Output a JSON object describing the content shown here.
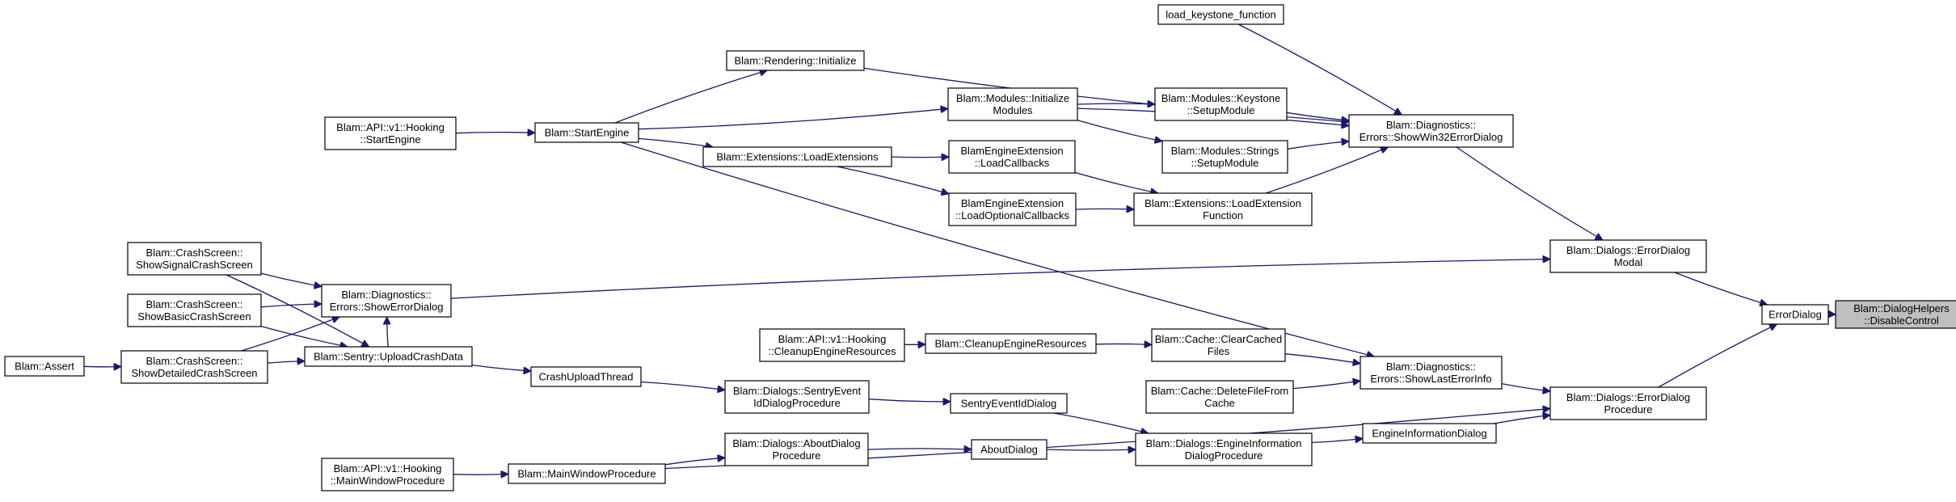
{
  "graph": {
    "nodes": [
      {
        "id": "disable_control",
        "lines": [
          "Blam::DialogHelpers",
          "::DisableControl"
        ],
        "highlight": true
      },
      {
        "id": "error_dialog",
        "lines": [
          "ErrorDialog"
        ]
      },
      {
        "id": "error_dialog_modal",
        "lines": [
          "Blam::Dialogs::ErrorDialog",
          "Modal"
        ]
      },
      {
        "id": "error_dialog_procedure",
        "lines": [
          "Blam::Dialogs::ErrorDialog",
          "Procedure"
        ]
      },
      {
        "id": "show_win32_error_dialog",
        "lines": [
          "Blam::Diagnostics::",
          "Errors::ShowWin32ErrorDialog"
        ]
      },
      {
        "id": "show_error_dialog",
        "lines": [
          "Blam::Diagnostics::",
          "Errors::ShowErrorDialog"
        ]
      },
      {
        "id": "show_last_error_info",
        "lines": [
          "Blam::Diagnostics::",
          "Errors::ShowLastErrorInfo"
        ]
      },
      {
        "id": "engine_information_dialog",
        "lines": [
          "EngineInformationDialog"
        ]
      },
      {
        "id": "main_window_procedure",
        "lines": [
          "Blam::MainWindowProcedure"
        ]
      },
      {
        "id": "load_keystone_function",
        "lines": [
          "load_keystone_function"
        ]
      },
      {
        "id": "rendering_initialize",
        "lines": [
          "Blam::Rendering::Initialize"
        ]
      },
      {
        "id": "modules_initialize",
        "lines": [
          "Blam::Modules::Initialize",
          "Modules"
        ]
      },
      {
        "id": "keystone_setup",
        "lines": [
          "Blam::Modules::Keystone",
          "::SetupModule"
        ]
      },
      {
        "id": "strings_setup",
        "lines": [
          "Blam::Modules::Strings",
          "::SetupModule"
        ]
      },
      {
        "id": "load_extension_function",
        "lines": [
          "Blam::Extensions::LoadExtension",
          "Function"
        ]
      },
      {
        "id": "start_engine",
        "lines": [
          "Blam::StartEngine"
        ]
      },
      {
        "id": "hooking_start_engine",
        "lines": [
          "Blam::API::v1::Hooking",
          "::StartEngine"
        ]
      },
      {
        "id": "load_extensions",
        "lines": [
          "Blam::Extensions::LoadExtensions"
        ]
      },
      {
        "id": "load_callbacks",
        "lines": [
          "BlamEngineExtension",
          "::LoadCallbacks"
        ]
      },
      {
        "id": "load_optional_callbacks",
        "lines": [
          "BlamEngineExtension",
          "::LoadOptionalCallbacks"
        ]
      },
      {
        "id": "show_signal_crash",
        "lines": [
          "Blam::CrashScreen::",
          "ShowSignalCrashScreen"
        ]
      },
      {
        "id": "show_basic_crash",
        "lines": [
          "Blam::CrashScreen::",
          "ShowBasicCrashScreen"
        ]
      },
      {
        "id": "show_detailed_crash",
        "lines": [
          "Blam::CrashScreen::",
          "ShowDetailedCrashScreen"
        ]
      },
      {
        "id": "assert",
        "lines": [
          "Blam::Assert"
        ]
      },
      {
        "id": "upload_crash_data",
        "lines": [
          "Blam::Sentry::UploadCrashData"
        ]
      },
      {
        "id": "crash_upload_thread",
        "lines": [
          "CrashUploadThread"
        ]
      },
      {
        "id": "clear_cached_files",
        "lines": [
          "Blam::Cache::ClearCached",
          "Files"
        ]
      },
      {
        "id": "delete_file_from_cache",
        "lines": [
          "Blam::Cache::DeleteFileFrom",
          "Cache"
        ]
      },
      {
        "id": "cleanup_engine_resources",
        "lines": [
          "Blam::CleanupEngineResources"
        ]
      },
      {
        "id": "hooking_cleanup",
        "lines": [
          "Blam::API::v1::Hooking",
          "::CleanupEngineResources"
        ]
      },
      {
        "id": "sentry_event_id_dialog_procedure",
        "lines": [
          "Blam::Dialogs::SentryEvent",
          "IdDialogProcedure"
        ]
      },
      {
        "id": "sentry_event_id_dialog",
        "lines": [
          "SentryEventIdDialog"
        ]
      },
      {
        "id": "engine_information_dialog_procedure",
        "lines": [
          "Blam::Dialogs::EngineInformation",
          "DialogProcedure"
        ]
      },
      {
        "id": "about_dialog",
        "lines": [
          "AboutDialog"
        ]
      },
      {
        "id": "about_dialog_procedure",
        "lines": [
          "Blam::Dialogs::AboutDialog",
          "Procedure"
        ]
      },
      {
        "id": "hooking_main_window_procedure",
        "lines": [
          "Blam::API::v1::Hooking",
          "::MainWindowProcedure"
        ]
      }
    ],
    "edges": [
      {
        "from": "error_dialog",
        "to": "disable_control"
      },
      {
        "from": "error_dialog_modal",
        "to": "error_dialog"
      },
      {
        "from": "error_dialog_procedure",
        "to": "error_dialog"
      },
      {
        "from": "show_win32_error_dialog",
        "to": "error_dialog_modal"
      },
      {
        "from": "show_error_dialog",
        "to": "error_dialog_modal"
      },
      {
        "from": "show_last_error_info",
        "to": "error_dialog_procedure"
      },
      {
        "from": "engine_information_dialog",
        "to": "error_dialog_procedure"
      },
      {
        "from": "main_window_procedure",
        "to": "error_dialog_procedure"
      },
      {
        "from": "load_keystone_function",
        "to": "show_win32_error_dialog"
      },
      {
        "from": "rendering_initialize",
        "to": "show_win32_error_dialog"
      },
      {
        "from": "modules_initialize",
        "to": "show_win32_error_dialog"
      },
      {
        "from": "keystone_setup",
        "to": "show_win32_error_dialog"
      },
      {
        "from": "strings_setup",
        "to": "show_win32_error_dialog"
      },
      {
        "from": "load_extension_function",
        "to": "show_win32_error_dialog"
      },
      {
        "from": "start_engine",
        "to": "rendering_initialize"
      },
      {
        "from": "start_engine",
        "to": "modules_initialize"
      },
      {
        "from": "start_engine",
        "to": "load_extensions"
      },
      {
        "from": "start_engine",
        "to": "show_last_error_info"
      },
      {
        "from": "modules_initialize",
        "to": "keystone_setup"
      },
      {
        "from": "modules_initialize",
        "to": "strings_setup"
      },
      {
        "from": "hooking_start_engine",
        "to": "start_engine"
      },
      {
        "from": "load_extensions",
        "to": "load_callbacks"
      },
      {
        "from": "load_extensions",
        "to": "load_optional_callbacks"
      },
      {
        "from": "load_callbacks",
        "to": "load_extension_function"
      },
      {
        "from": "load_optional_callbacks",
        "to": "load_extension_function"
      },
      {
        "from": "show_signal_crash",
        "to": "show_error_dialog"
      },
      {
        "from": "show_basic_crash",
        "to": "show_error_dialog"
      },
      {
        "from": "show_detailed_crash",
        "to": "show_error_dialog"
      },
      {
        "from": "show_signal_crash",
        "to": "upload_crash_data"
      },
      {
        "from": "show_basic_crash",
        "to": "upload_crash_data"
      },
      {
        "from": "show_detailed_crash",
        "to": "upload_crash_data"
      },
      {
        "from": "assert",
        "to": "show_detailed_crash"
      },
      {
        "from": "upload_crash_data",
        "to": "show_error_dialog"
      },
      {
        "from": "upload_crash_data",
        "to": "crash_upload_thread"
      },
      {
        "from": "clear_cached_files",
        "to": "show_last_error_info"
      },
      {
        "from": "delete_file_from_cache",
        "to": "show_last_error_info"
      },
      {
        "from": "cleanup_engine_resources",
        "to": "clear_cached_files"
      },
      {
        "from": "hooking_cleanup",
        "to": "cleanup_engine_resources"
      },
      {
        "from": "crash_upload_thread",
        "to": "sentry_event_id_dialog_procedure"
      },
      {
        "from": "sentry_event_id_dialog_procedure",
        "to": "sentry_event_id_dialog"
      },
      {
        "from": "sentry_event_id_dialog",
        "to": "engine_information_dialog_procedure"
      },
      {
        "from": "about_dialog",
        "to": "engine_information_dialog_procedure"
      },
      {
        "from": "about_dialog_procedure",
        "to": "about_dialog"
      },
      {
        "from": "engine_information_dialog_procedure",
        "to": "engine_information_dialog"
      },
      {
        "from": "main_window_procedure",
        "to": "about_dialog_procedure"
      },
      {
        "from": "hooking_main_window_procedure",
        "to": "main_window_procedure"
      }
    ]
  }
}
